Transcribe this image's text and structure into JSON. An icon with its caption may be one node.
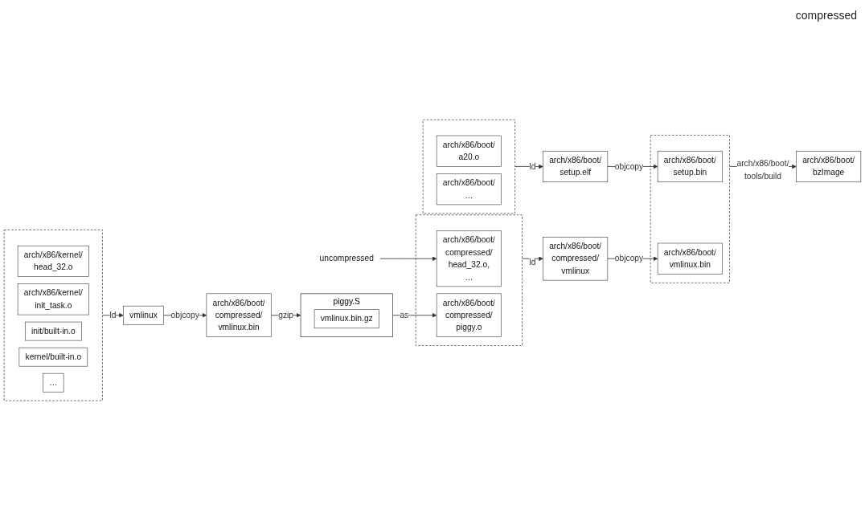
{
  "diagram": {
    "nodes": [
      {
        "text": [],
        "shape": "box"
      },
      {
        "text": [
          "arch/x86/kernel/ head_32.o"
        ],
        "in": 0
      },
      {
        "text": [
          "arch/x86/kernel/ init_task.o"
        ],
        "in": 0
      },
      {
        "text": [
          "init/built-in.o"
        ],
        "in": 0
      },
      {
        "text": [
          "kernel/built-in.o"
        ],
        "in": 0
      },
      {
        "text": [
          "…"
        ],
        "in": 0
      },
      {
        "text": [
          "vmlinux"
        ]
      },
      {
        "text": [
          "arch/x86/boot/ compressed/ vmlinux.bin"
        ]
      },
      {
        "text": [
          "piggy.S"
        ]
      },
      {
        "text": [
          "vmlinux.bin.gz"
        ],
        "in": 8
      },
      {
        "text": [
          "uncompressed"
        ]
      },
      {
        "text": [],
        "shape": "box"
      },
      {
        "text": [
          "arch/x86/boot/ compressed/ head_32.o, …"
        ],
        "in": 11
      },
      {
        "text": [
          "arch/x86/boot/ compressed/ piggy.o"
        ],
        "in": 11
      },
      {
        "text": [
          "arch/x86/boot/ compressed/ vmlinux"
        ]
      },
      {
        "text": [],
        "shape": "box"
      },
      {
        "text": [
          "arch/x86/boot/ a20.o"
        ],
        "in": 15
      },
      {
        "text": [
          "arch/x86/boot/ …"
        ],
        "in": 15
      },
      {
        "text": [
          "arch/x86/boot/ setup.elf"
        ]
      },
      {
        "text": [],
        "shape": "box"
      },
      {
        "text": [
          "arch/x86/boot/ setup.bin"
        ],
        "in": 19
      },
      {
        "text": [
          "arch/x86/boot/ vmlinux.bin"
        ],
        "in": 19
      },
      {
        "text": [
          "arch/x86/boot/ bzImage"
        ]
      }
    ],
    "edges": [
      {
        "from": 0,
        "to": 6,
        "label": "ld",
        "arrow": "to"
      },
      {
        "from": 6,
        "to": 7,
        "label": "objcopy",
        "arrow": "to"
      },
      {
        "from": 7,
        "to": 8,
        "label": "gzip",
        "arrow": "to"
      },
      {
        "from": 8,
        "to": 13,
        "label": "as",
        "arrow": "to"
      },
      {
        "from": 10,
        "to": 12,
        "arrow": "to"
      },
      {
        "from": 11,
        "to": 14,
        "label": "ld",
        "arrow": "to"
      },
      {
        "from": 15,
        "to": 18,
        "label": "ld",
        "arrow": "to"
      },
      {
        "from": 18,
        "to": 20,
        "label": "objcopy",
        "arrow": "to"
      },
      {
        "from": 14,
        "to": 21,
        "label": "objcopy",
        "arrow": "to"
      },
      {
        "from": 19,
        "to": 22,
        "label": "arch/x86/boot/ tools/build",
        "arrow": "to"
      }
    ],
    "labels": [
      "compressed"
    ]
  }
}
